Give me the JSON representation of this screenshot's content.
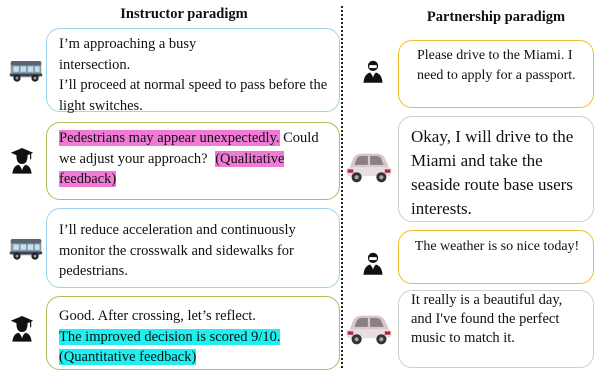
{
  "left": {
    "title": "Instructor paradigm",
    "msg1": {
      "line1": "I’m approaching a busy intersection.",
      "line2": "I’ll proceed at normal speed to pass before the light switches."
    },
    "msg2": {
      "highlight": "Pedestrians may appear unexpectedly.",
      "rest": "Could we adjust your approach?",
      "tag": "(Qualitative feedback)"
    },
    "msg3": {
      "text": "I’ll reduce acceleration and continuously monitor the crosswalk and sidewalks for pedestrians."
    },
    "msg4": {
      "text": "Good. After crossing, let’s reflect.",
      "highlight": "The improved decision is scored 9/10.",
      "tag": "(Quantitative feedback)"
    }
  },
  "right": {
    "title": "Partnership paradigm",
    "msg1": {
      "text": "Please drive to the Miami. I need to apply for a passport."
    },
    "msg2": {
      "text": "Okay, I will drive to the Miami and take the seaside route base users interests."
    },
    "msg3": {
      "text": "The weather is so nice today!"
    },
    "msg4": {
      "text": "It really is a beautiful day, and I've found the perfect music to match it."
    }
  },
  "colors": {
    "blue_border": "#9ed2ee",
    "green_border": "#a6c25a",
    "yellow_border": "#f0be2c",
    "gray_border": "#cfcfcf",
    "pink_highlight": "#f17ad6",
    "cyan_highlight": "#1ef0f2"
  },
  "icons": [
    "van-icon",
    "graduate-icon",
    "person-icon",
    "car-icon"
  ]
}
